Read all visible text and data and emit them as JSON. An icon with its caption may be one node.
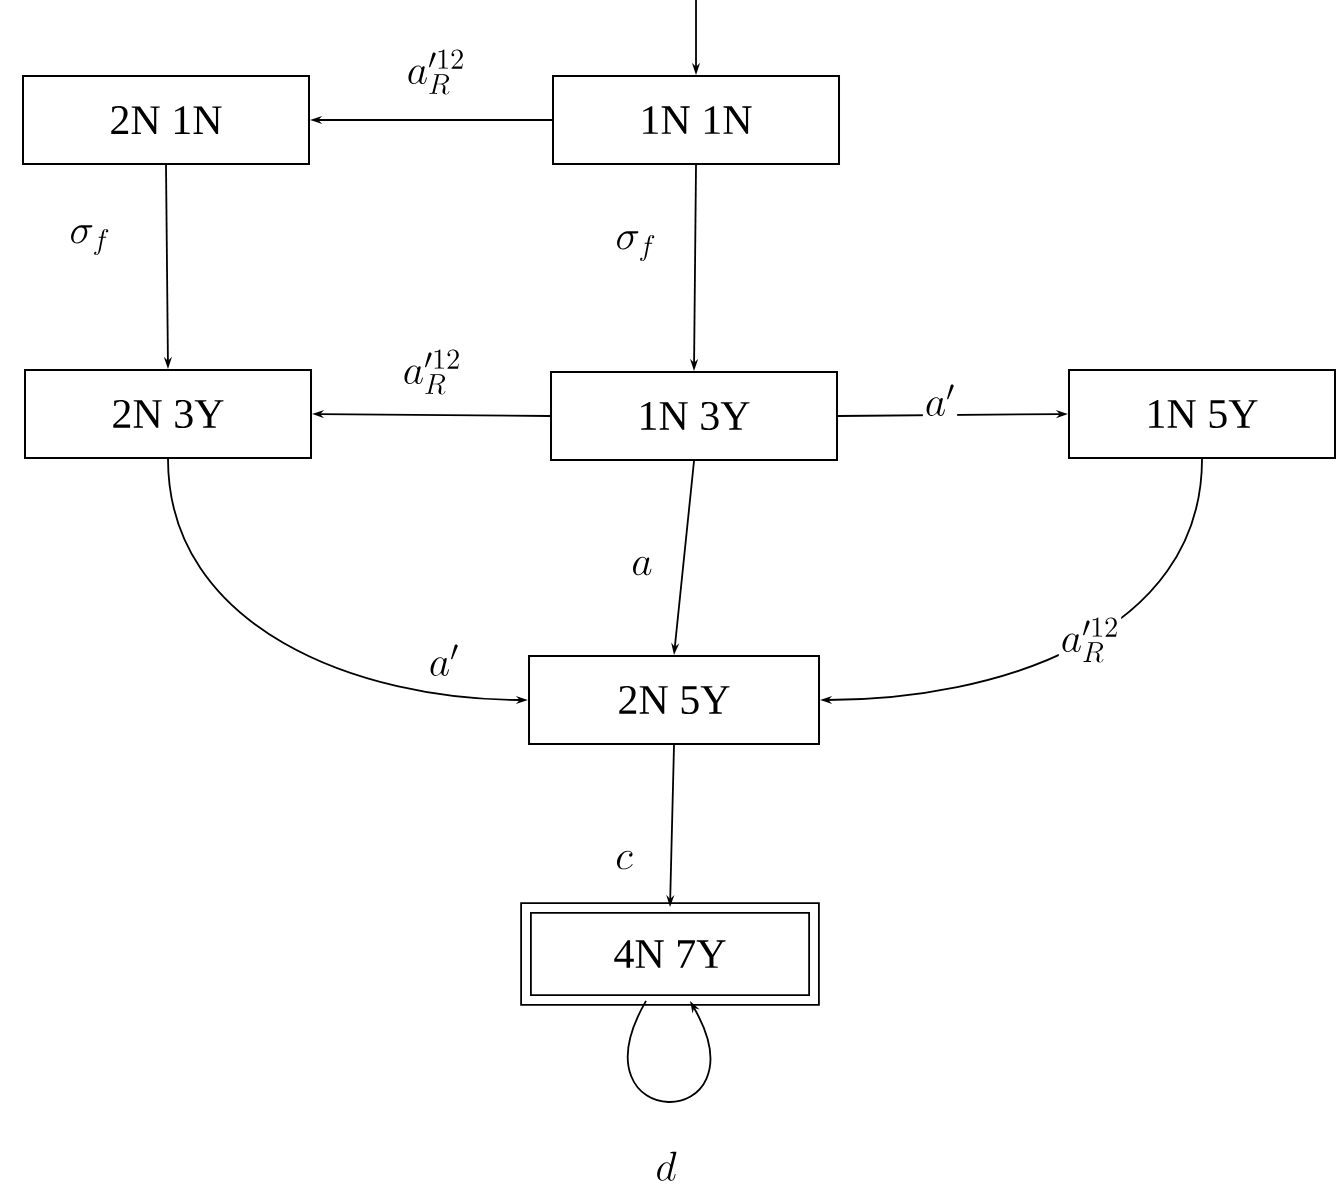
{
  "diagram": {
    "nodes": [
      {
        "text": [
          "1N 1N"
        ]
      },
      {
        "text": [
          "2N 1N"
        ]
      },
      {
        "text": [
          "2N 3Y"
        ]
      },
      {
        "text": [
          "1N 3Y"
        ]
      },
      {
        "text": [
          "1N 5Y"
        ]
      },
      {
        "text": [
          "2N 5Y"
        ]
      },
      {
        "text": [
          "4N 7Y"
        ]
      }
    ],
    "edges": [
      {
        "from": null,
        "to": 0,
        "arrow": "to"
      },
      {
        "from": 0,
        "to": 1,
        "arrow": "to",
        "label": "a'^{12}_R"
      },
      {
        "from": 0,
        "to": 3,
        "arrow": "to",
        "label": "\\sigma_f"
      },
      {
        "from": 1,
        "to": 2,
        "arrow": "to",
        "label": "\\sigma_f"
      },
      {
        "from": 3,
        "to": 2,
        "arrow": "to",
        "label": "a'^{12}_R"
      },
      {
        "from": 3,
        "to": 4,
        "arrow": "to",
        "label": "a'"
      },
      {
        "from": 3,
        "to": 5,
        "arrow": "to",
        "label": "a"
      },
      {
        "from": 2,
        "to": 5,
        "arrow": "to",
        "label": "a'"
      },
      {
        "from": 4,
        "to": 5,
        "arrow": "to",
        "label": "a'^{12}_R"
      },
      {
        "from": 5,
        "to": 6,
        "arrow": "to",
        "label": "c"
      },
      {
        "from": 6,
        "to": 6,
        "arrow": "to",
        "label": "d"
      }
    ]
  }
}
